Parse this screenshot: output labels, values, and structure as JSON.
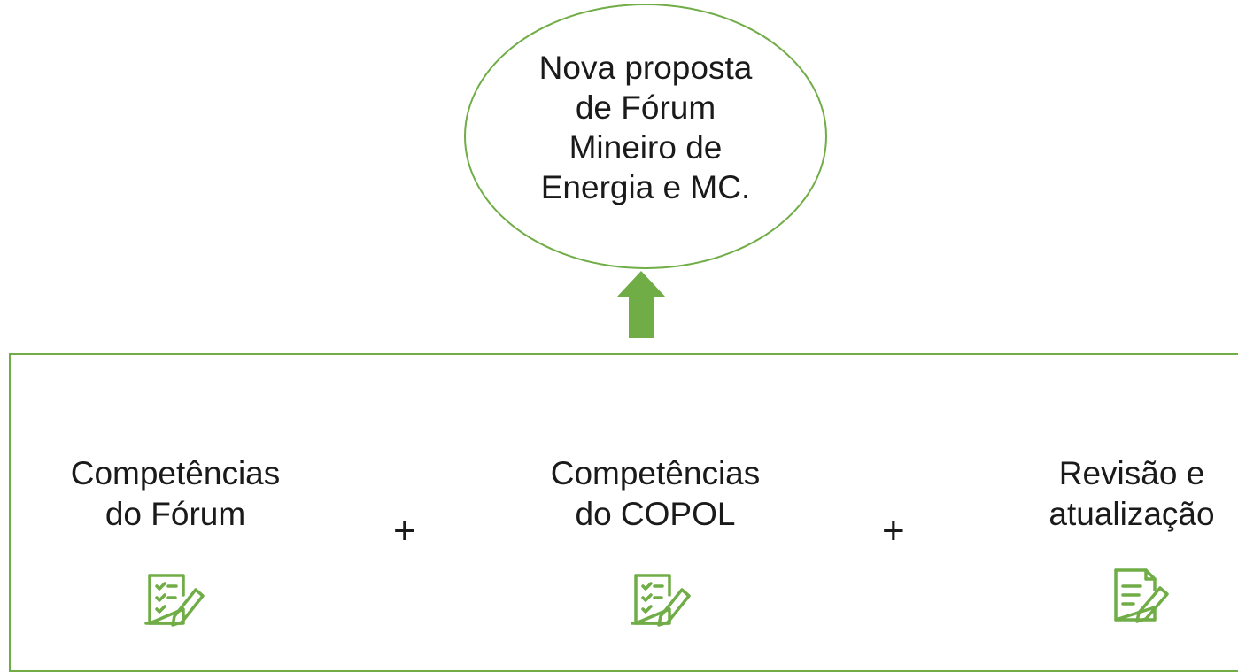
{
  "top_node": {
    "lines": [
      "Nova proposta",
      "de Fórum",
      "Mineiro de",
      "Energia e MC."
    ]
  },
  "arrow_icon": "up-arrow-icon",
  "items": [
    {
      "lines": [
        "Competências",
        "do Fórum"
      ],
      "icon": "checklist-document-pencil-icon"
    },
    {
      "lines": [
        "Competências",
        "do COPOL"
      ],
      "icon": "checklist-document-pencil-icon"
    },
    {
      "lines": [
        "Revisão e",
        "atualização"
      ],
      "icon": "document-edit-pencil-icon"
    }
  ],
  "operators": [
    "+",
    "+"
  ],
  "colors": {
    "accent": "#70AD47",
    "text": "#1a1a1a"
  }
}
